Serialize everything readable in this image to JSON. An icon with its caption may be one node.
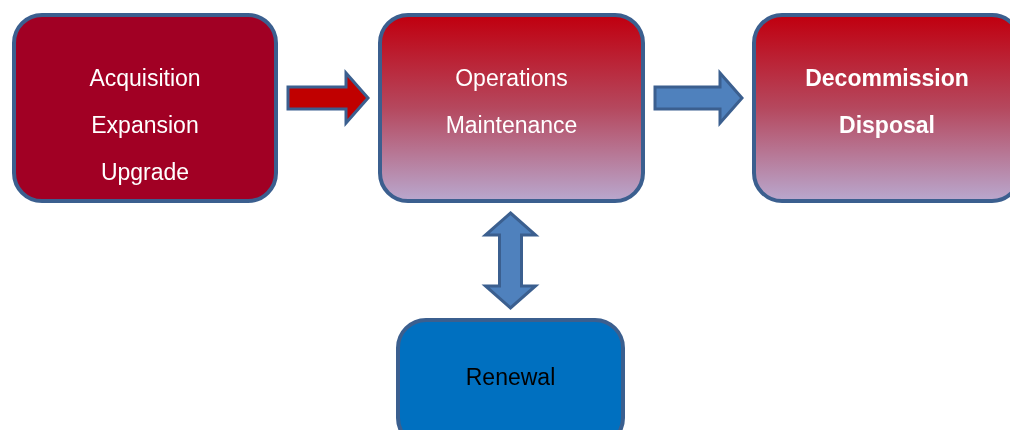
{
  "diagram": {
    "nodes": [
      {
        "text": [
          "Acquisition",
          "Expansion",
          "Upgrade"
        ]
      },
      {
        "text": [
          "Operations",
          "Maintenance"
        ]
      },
      {
        "text": [
          "Decommission",
          "Disposal"
        ]
      },
      {
        "text": [
          "Renewal"
        ]
      }
    ],
    "edges": [
      {
        "from": 0,
        "to": 1,
        "arrow": "to",
        "color": "#c00000"
      },
      {
        "from": 1,
        "to": 2,
        "arrow": "to"
      },
      {
        "from": 1,
        "to": 3,
        "arrow": "both"
      }
    ]
  }
}
